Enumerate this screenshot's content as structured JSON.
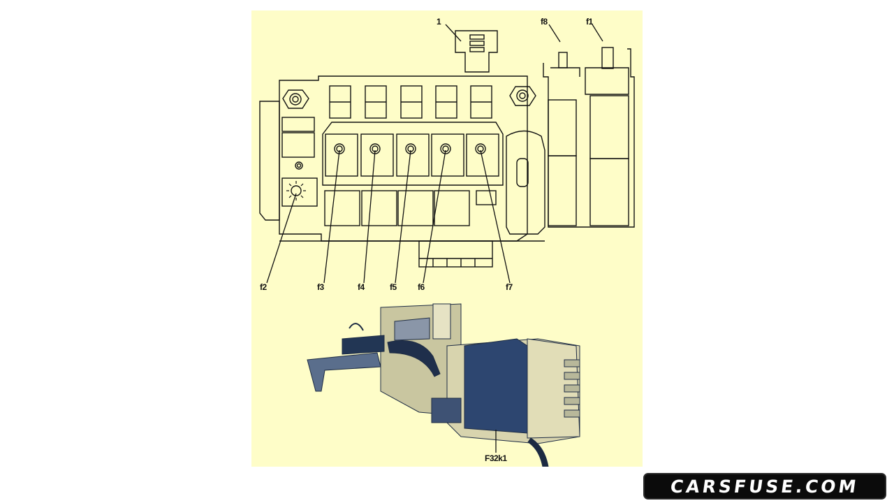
{
  "diagram": {
    "background_color": "#fefdc8",
    "top_drawing": {
      "type": "fuse box line drawing",
      "labels": {
        "item_1": "1",
        "f1": "f1",
        "f2": "f2",
        "f3": "f3",
        "f4": "f4",
        "f5": "f5",
        "f6": "f6",
        "f7": "f7",
        "f8": "f8"
      }
    },
    "bottom_photo": {
      "type": "fuse box component photo",
      "labels": {
        "relay": "F32k1"
      },
      "colors": {
        "module_body": "#2f4a72",
        "housing": "#dcd8b0",
        "shadow": "#7d8ea5"
      }
    }
  },
  "watermark": {
    "text": "CARSFUSE.COM",
    "background": "#0b0b0b",
    "color": "#ffffff"
  }
}
